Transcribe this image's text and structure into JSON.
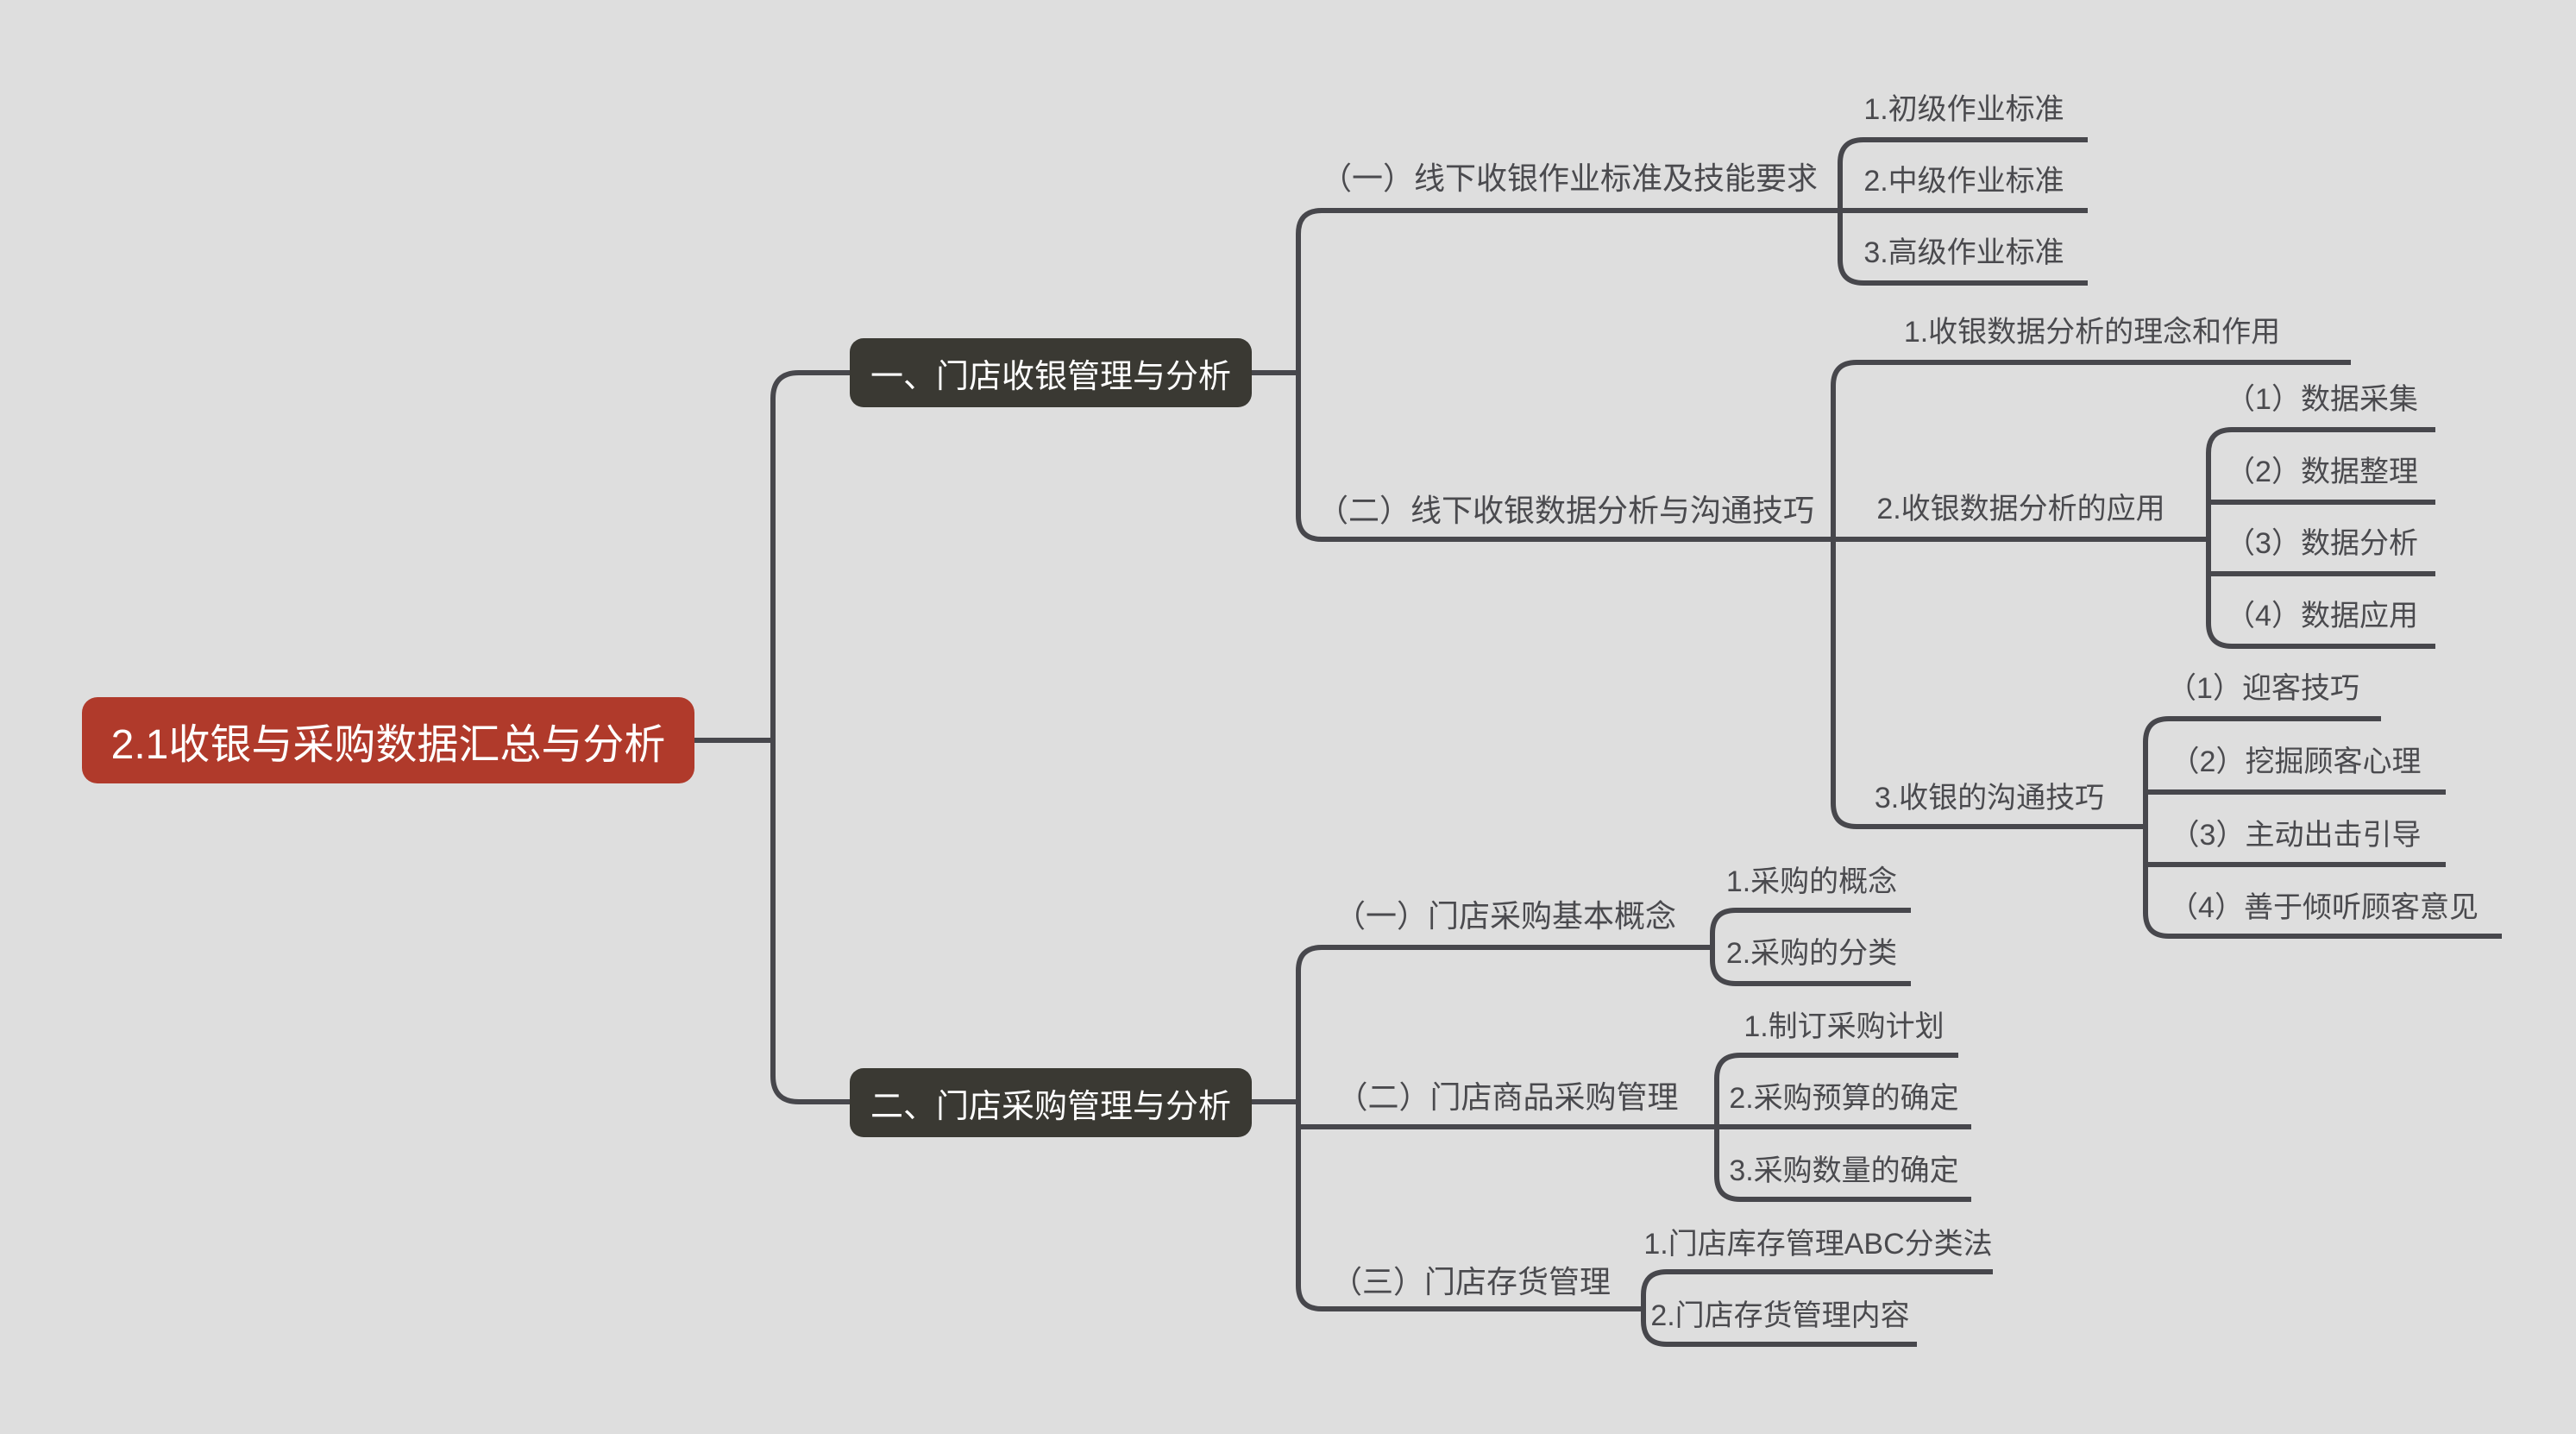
{
  "colors": {
    "background": "#dedede",
    "line": "#47474c",
    "root_fill": "#b03a2b",
    "branch_fill": "#3a3933",
    "text": "#4a4a4e",
    "node_text": "#ffffff"
  },
  "mindmap": {
    "root": {
      "label": "2.1收银与采购数据汇总与分析"
    },
    "branches": [
      {
        "label": "一、门店收银管理与分析",
        "children": [
          {
            "label": "（一）线下收银作业标准及技能要求",
            "children": [
              {
                "label": "1.初级作业标准"
              },
              {
                "label": "2.中级作业标准"
              },
              {
                "label": "3.高级作业标准"
              }
            ]
          },
          {
            "label": "（二）线下收银数据分析与沟通技巧",
            "children": [
              {
                "label": "1.收银数据分析的理念和作用"
              },
              {
                "label": "2.收银数据分析的应用",
                "children": [
                  {
                    "label": "（1）数据采集"
                  },
                  {
                    "label": "（2）数据整理"
                  },
                  {
                    "label": "（3）数据分析"
                  },
                  {
                    "label": "（4）数据应用"
                  }
                ]
              },
              {
                "label": "3.收银的沟通技巧",
                "children": [
                  {
                    "label": "（1）迎客技巧"
                  },
                  {
                    "label": "（2）挖掘顾客心理"
                  },
                  {
                    "label": "（3）主动出击引导"
                  },
                  {
                    "label": "（4）善于倾听顾客意见"
                  }
                ]
              }
            ]
          }
        ]
      },
      {
        "label": "二、门店采购管理与分析",
        "children": [
          {
            "label": "（一）门店采购基本概念",
            "children": [
              {
                "label": "1.采购的概念"
              },
              {
                "label": "2.采购的分类"
              }
            ]
          },
          {
            "label": "（二）门店商品采购管理",
            "children": [
              {
                "label": "1.制订采购计划"
              },
              {
                "label": "2.采购预算的确定"
              },
              {
                "label": "3.采购数量的确定"
              }
            ]
          },
          {
            "label": "（三）门店存货管理",
            "children": [
              {
                "label": "1.门店库存管理ABC分类法"
              },
              {
                "label": "2.门店存货管理内容"
              }
            ]
          }
        ]
      }
    ]
  }
}
